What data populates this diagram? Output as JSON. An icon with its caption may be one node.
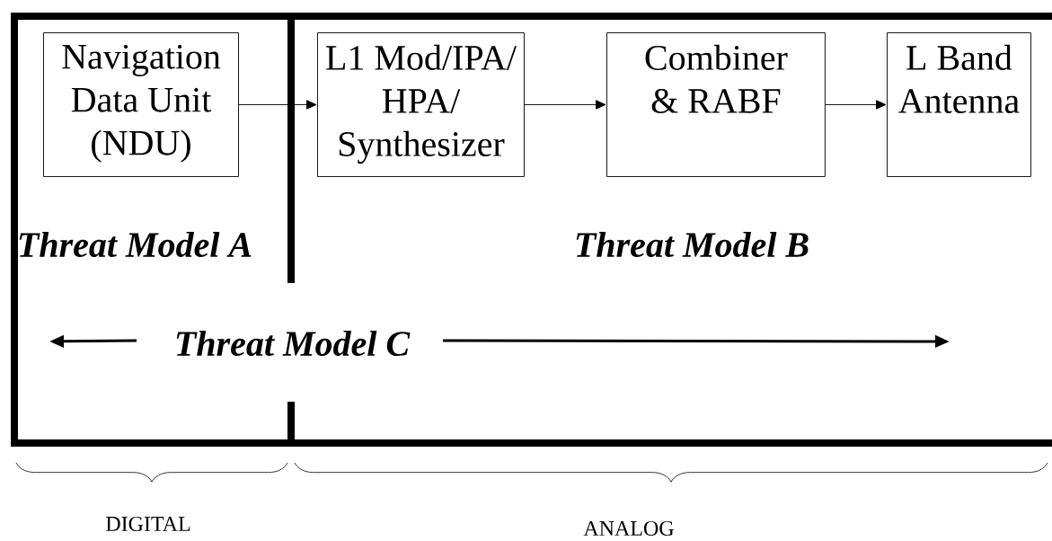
{
  "diagram": {
    "nodes": [
      {
        "text": [
          "Navigation Data Unit (NDU)"
        ]
      },
      {
        "text": [
          "L1 Mod/IPA/ HPA/ Synthesizer"
        ]
      },
      {
        "text": [
          "Combiner & RABF"
        ]
      },
      {
        "text": [
          "L Band Antenna"
        ]
      }
    ],
    "edges": [
      {
        "from": 0,
        "to": 1,
        "arrow": "to"
      },
      {
        "from": 1,
        "to": 2,
        "arrow": "to"
      },
      {
        "from": 2,
        "to": 3,
        "arrow": "to"
      }
    ],
    "labels": [
      "Threat Model A",
      "Threat Model B",
      "Threat Model C",
      "DIGITAL",
      "ANALOG"
    ]
  }
}
